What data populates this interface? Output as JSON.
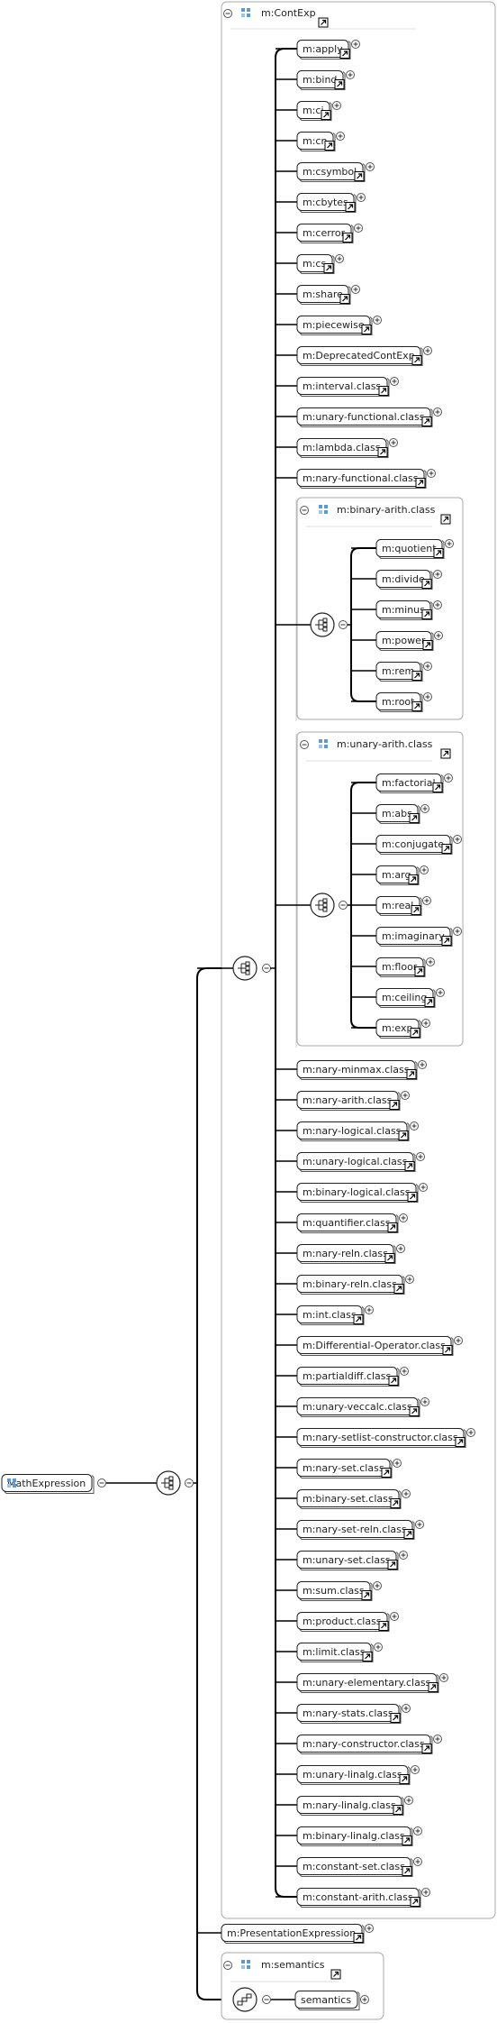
{
  "root": {
    "label": "MathExpression"
  },
  "content_group": {
    "title": "m:ContExp",
    "items": [
      {
        "label": "m:apply",
        "ref": true
      },
      {
        "label": "m:bind",
        "ref": true
      },
      {
        "label": "m:ci",
        "ref": true
      },
      {
        "label": "m:cn",
        "ref": true
      },
      {
        "label": "m:csymbol",
        "ref": true
      },
      {
        "label": "m:cbytes",
        "ref": true
      },
      {
        "label": "m:cerror",
        "ref": true
      },
      {
        "label": "m:cs",
        "ref": true
      },
      {
        "label": "m:share",
        "ref": true
      },
      {
        "label": "m:piecewise",
        "ref": true
      },
      {
        "label": "m:DeprecatedContExp",
        "ref": true
      },
      {
        "label": "m:interval.class",
        "ref": true
      },
      {
        "label": "m:unary-functional.class",
        "ref": true
      },
      {
        "label": "m:lambda.class",
        "ref": true
      },
      {
        "label": "m:nary-functional.class",
        "ref": true
      },
      {
        "group": {
          "title": "m:binary-arith.class",
          "items": [
            {
              "label": "m:quotient",
              "ref": true
            },
            {
              "label": "m:divide",
              "ref": true
            },
            {
              "label": "m:minus",
              "ref": true
            },
            {
              "label": "m:power",
              "ref": true
            },
            {
              "label": "m:rem",
              "ref": true
            },
            {
              "label": "m:root",
              "ref": true
            }
          ]
        }
      },
      {
        "group": {
          "title": "m:unary-arith.class",
          "items": [
            {
              "label": "m:factorial",
              "ref": true
            },
            {
              "label": "m:abs",
              "ref": true
            },
            {
              "label": "m:conjugate",
              "ref": true
            },
            {
              "label": "m:arg",
              "ref": true
            },
            {
              "label": "m:real",
              "ref": true
            },
            {
              "label": "m:imaginary",
              "ref": true
            },
            {
              "label": "m:floor",
              "ref": true
            },
            {
              "label": "m:ceiling",
              "ref": true
            },
            {
              "label": "m:exp",
              "ref": true
            }
          ]
        }
      },
      {
        "label": "m:nary-minmax.class",
        "ref": true
      },
      {
        "label": "m:nary-arith.class",
        "ref": true
      },
      {
        "label": "m:nary-logical.class",
        "ref": true
      },
      {
        "label": "m:unary-logical.class",
        "ref": true
      },
      {
        "label": "m:binary-logical.class",
        "ref": true
      },
      {
        "label": "m:quantifier.class",
        "ref": true
      },
      {
        "label": "m:nary-reln.class",
        "ref": true
      },
      {
        "label": "m:binary-reln.class",
        "ref": true
      },
      {
        "label": "m:int.class",
        "ref": true
      },
      {
        "label": "m:Differential-Operator.class",
        "ref": true
      },
      {
        "label": "m:partialdiff.class",
        "ref": true
      },
      {
        "label": "m:unary-veccalc.class",
        "ref": true
      },
      {
        "label": "m:nary-setlist-constructor.class",
        "ref": true
      },
      {
        "label": "m:nary-set.class",
        "ref": true
      },
      {
        "label": "m:binary-set.class",
        "ref": true
      },
      {
        "label": "m:nary-set-reln.class",
        "ref": true
      },
      {
        "label": "m:unary-set.class",
        "ref": true
      },
      {
        "label": "m:sum.class",
        "ref": true
      },
      {
        "label": "m:product.class",
        "ref": true
      },
      {
        "label": "m:limit.class",
        "ref": true
      },
      {
        "label": "m:unary-elementary.class",
        "ref": true
      },
      {
        "label": "m:nary-stats.class",
        "ref": true
      },
      {
        "label": "m:nary-constructor.class",
        "ref": true
      },
      {
        "label": "m:unary-linalg.class",
        "ref": true
      },
      {
        "label": "m:nary-linalg.class",
        "ref": true
      },
      {
        "label": "m:binary-linalg.class",
        "ref": true
      },
      {
        "label": "m:constant-set.class",
        "ref": true
      },
      {
        "label": "m:constant-arith.class",
        "ref": true
      }
    ]
  },
  "presentation": {
    "label": "m:PresentationExpression"
  },
  "semantics_group": {
    "title": "m:semantics",
    "item": {
      "label": "semantics"
    }
  },
  "icons": {
    "group": "group-icon",
    "collapse": "collapse-icon",
    "expand": "expand-icon",
    "reference": "reference-arrow-icon",
    "choice": "choice-compositor-icon",
    "sequence": "sequence-compositor-icon"
  },
  "colors": {
    "line": "#000000",
    "frame": "#a8a8a8",
    "group_icon": "#5b9bd5"
  }
}
